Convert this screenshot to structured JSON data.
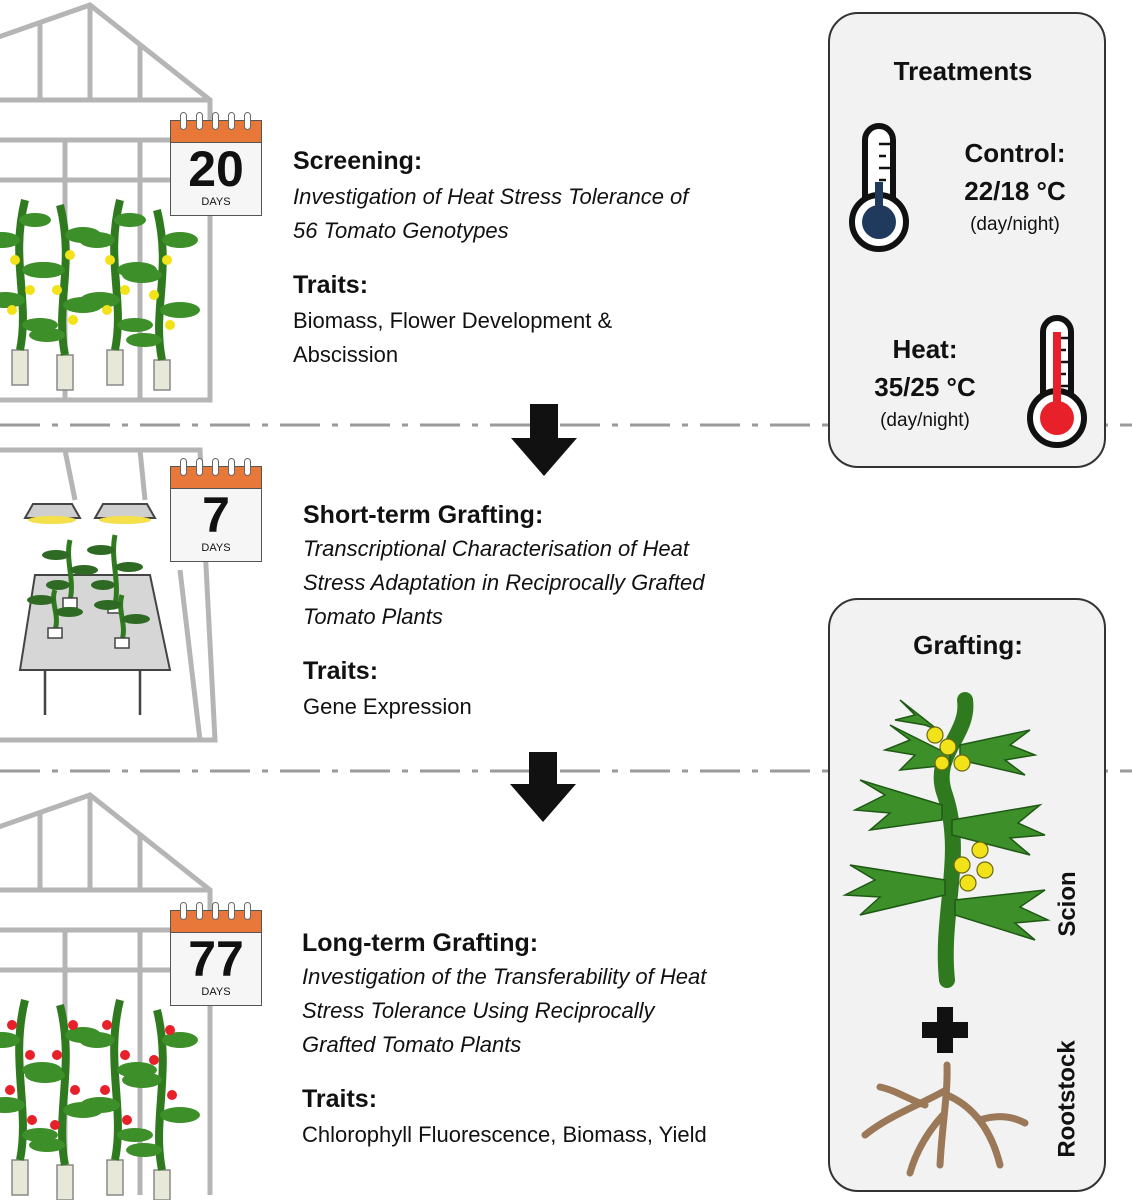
{
  "stages": [
    {
      "days": "20",
      "days_label": "DAYS",
      "title": "Screening:",
      "desc_lines": [
        "Investigation of Heat Stress Tolerance of",
        "56 Tomato Genotypes"
      ],
      "traits_title": "Traits:",
      "traits_lines": [
        "Biomass, Flower Development &",
        "Abscission"
      ]
    },
    {
      "days": "7",
      "days_label": "DAYS",
      "title": "Short-term Grafting:",
      "desc_lines": [
        "Transcriptional Characterisation of Heat",
        "Stress Adaptation in Reciprocally Grafted",
        "Tomato Plants"
      ],
      "traits_title": "Traits:",
      "traits_lines": [
        "Gene Expression"
      ]
    },
    {
      "days": "77",
      "days_label": "DAYS",
      "title": "Long-term Grafting:",
      "desc_lines": [
        "Investigation of the Transferability of Heat",
        "Stress Tolerance Using Reciprocally",
        "Grafted Tomato Plants"
      ],
      "traits_title": "Traits:",
      "traits_lines": [
        "Chlorophyll Fluorescence, Biomass, Yield"
      ]
    }
  ],
  "treatments": {
    "title": "Treatments",
    "control_label": "Control:",
    "control_value": "22/18 °C",
    "control_note": "(day/night)",
    "heat_label": "Heat:",
    "heat_value": "35/25 °C",
    "heat_note": "(day/night)"
  },
  "grafting": {
    "title": "Grafting:",
    "scion_label": "Scion",
    "rootstock_label": "Rootstock"
  },
  "colors": {
    "calendar_top": "#e8783a",
    "leaf": "#3d8f2a",
    "stem": "#2f7a1e",
    "flower": "#f2e21a",
    "tomato": "#e8202a",
    "control_bulb": "#1f3a5c",
    "heat_bulb": "#e8202a",
    "root": "#9a7858",
    "greenhouse_frame": "#b5b5b5"
  }
}
